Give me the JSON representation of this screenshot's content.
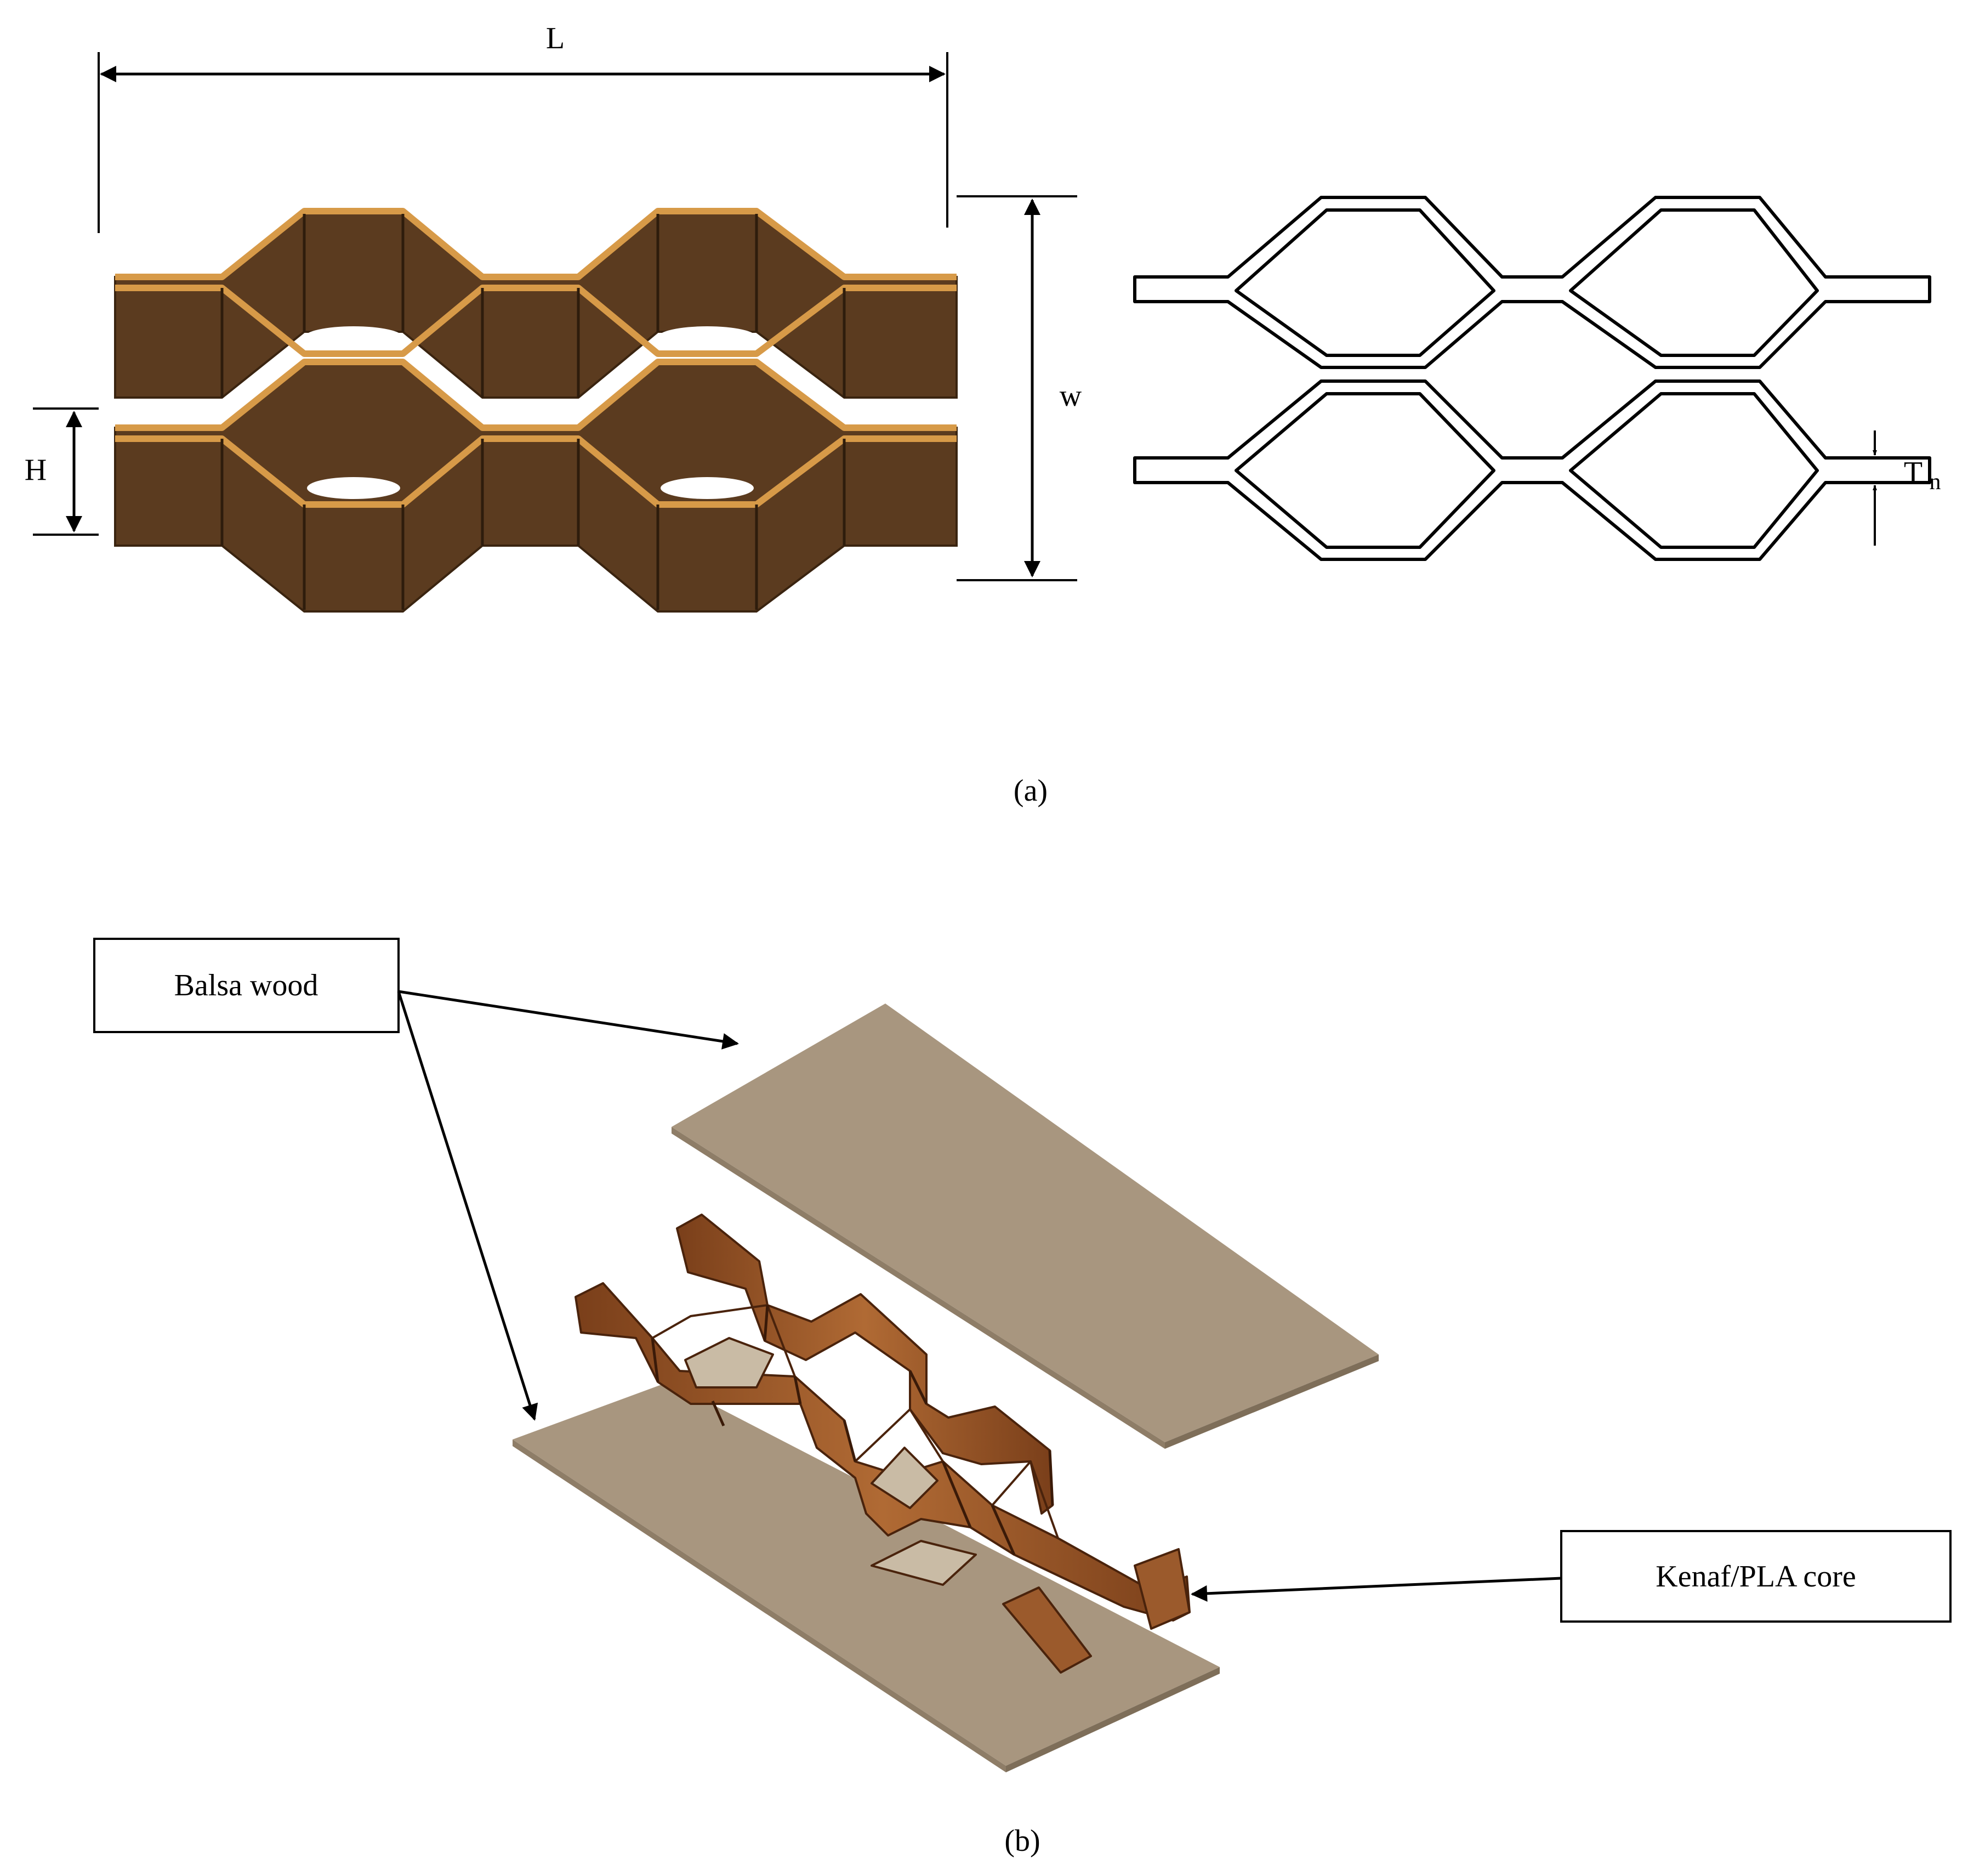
{
  "panel_a": {
    "caption": "(a)",
    "dimensions": {
      "length": "L",
      "width": "w",
      "height": "H",
      "thickness_main": "T",
      "thickness_sub": "n"
    }
  },
  "panel_b": {
    "caption": "(b)",
    "callouts": {
      "balsa": "Balsa wood",
      "core": "Kenaf/PLA core"
    }
  },
  "colors": {
    "wood_dark": "#5a3a1e",
    "wood_mid": "#6b4526",
    "wood_edge": "#d79a48",
    "core_wood": "#9b5a2c",
    "balsa_face": "#a8967f",
    "ink": "#000000"
  }
}
